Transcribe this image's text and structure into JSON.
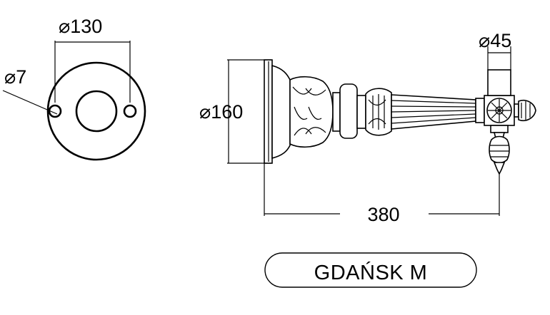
{
  "dimensions": {
    "plate_hole_spacing": "⌀130",
    "screw_hole": "⌀7",
    "plate_diameter": "⌀160",
    "tube_diameter": "⌀45",
    "projection_length": "380"
  },
  "product_name": "GDAŃSK M",
  "colors": {
    "line": "#000000",
    "background": "#ffffff"
  }
}
